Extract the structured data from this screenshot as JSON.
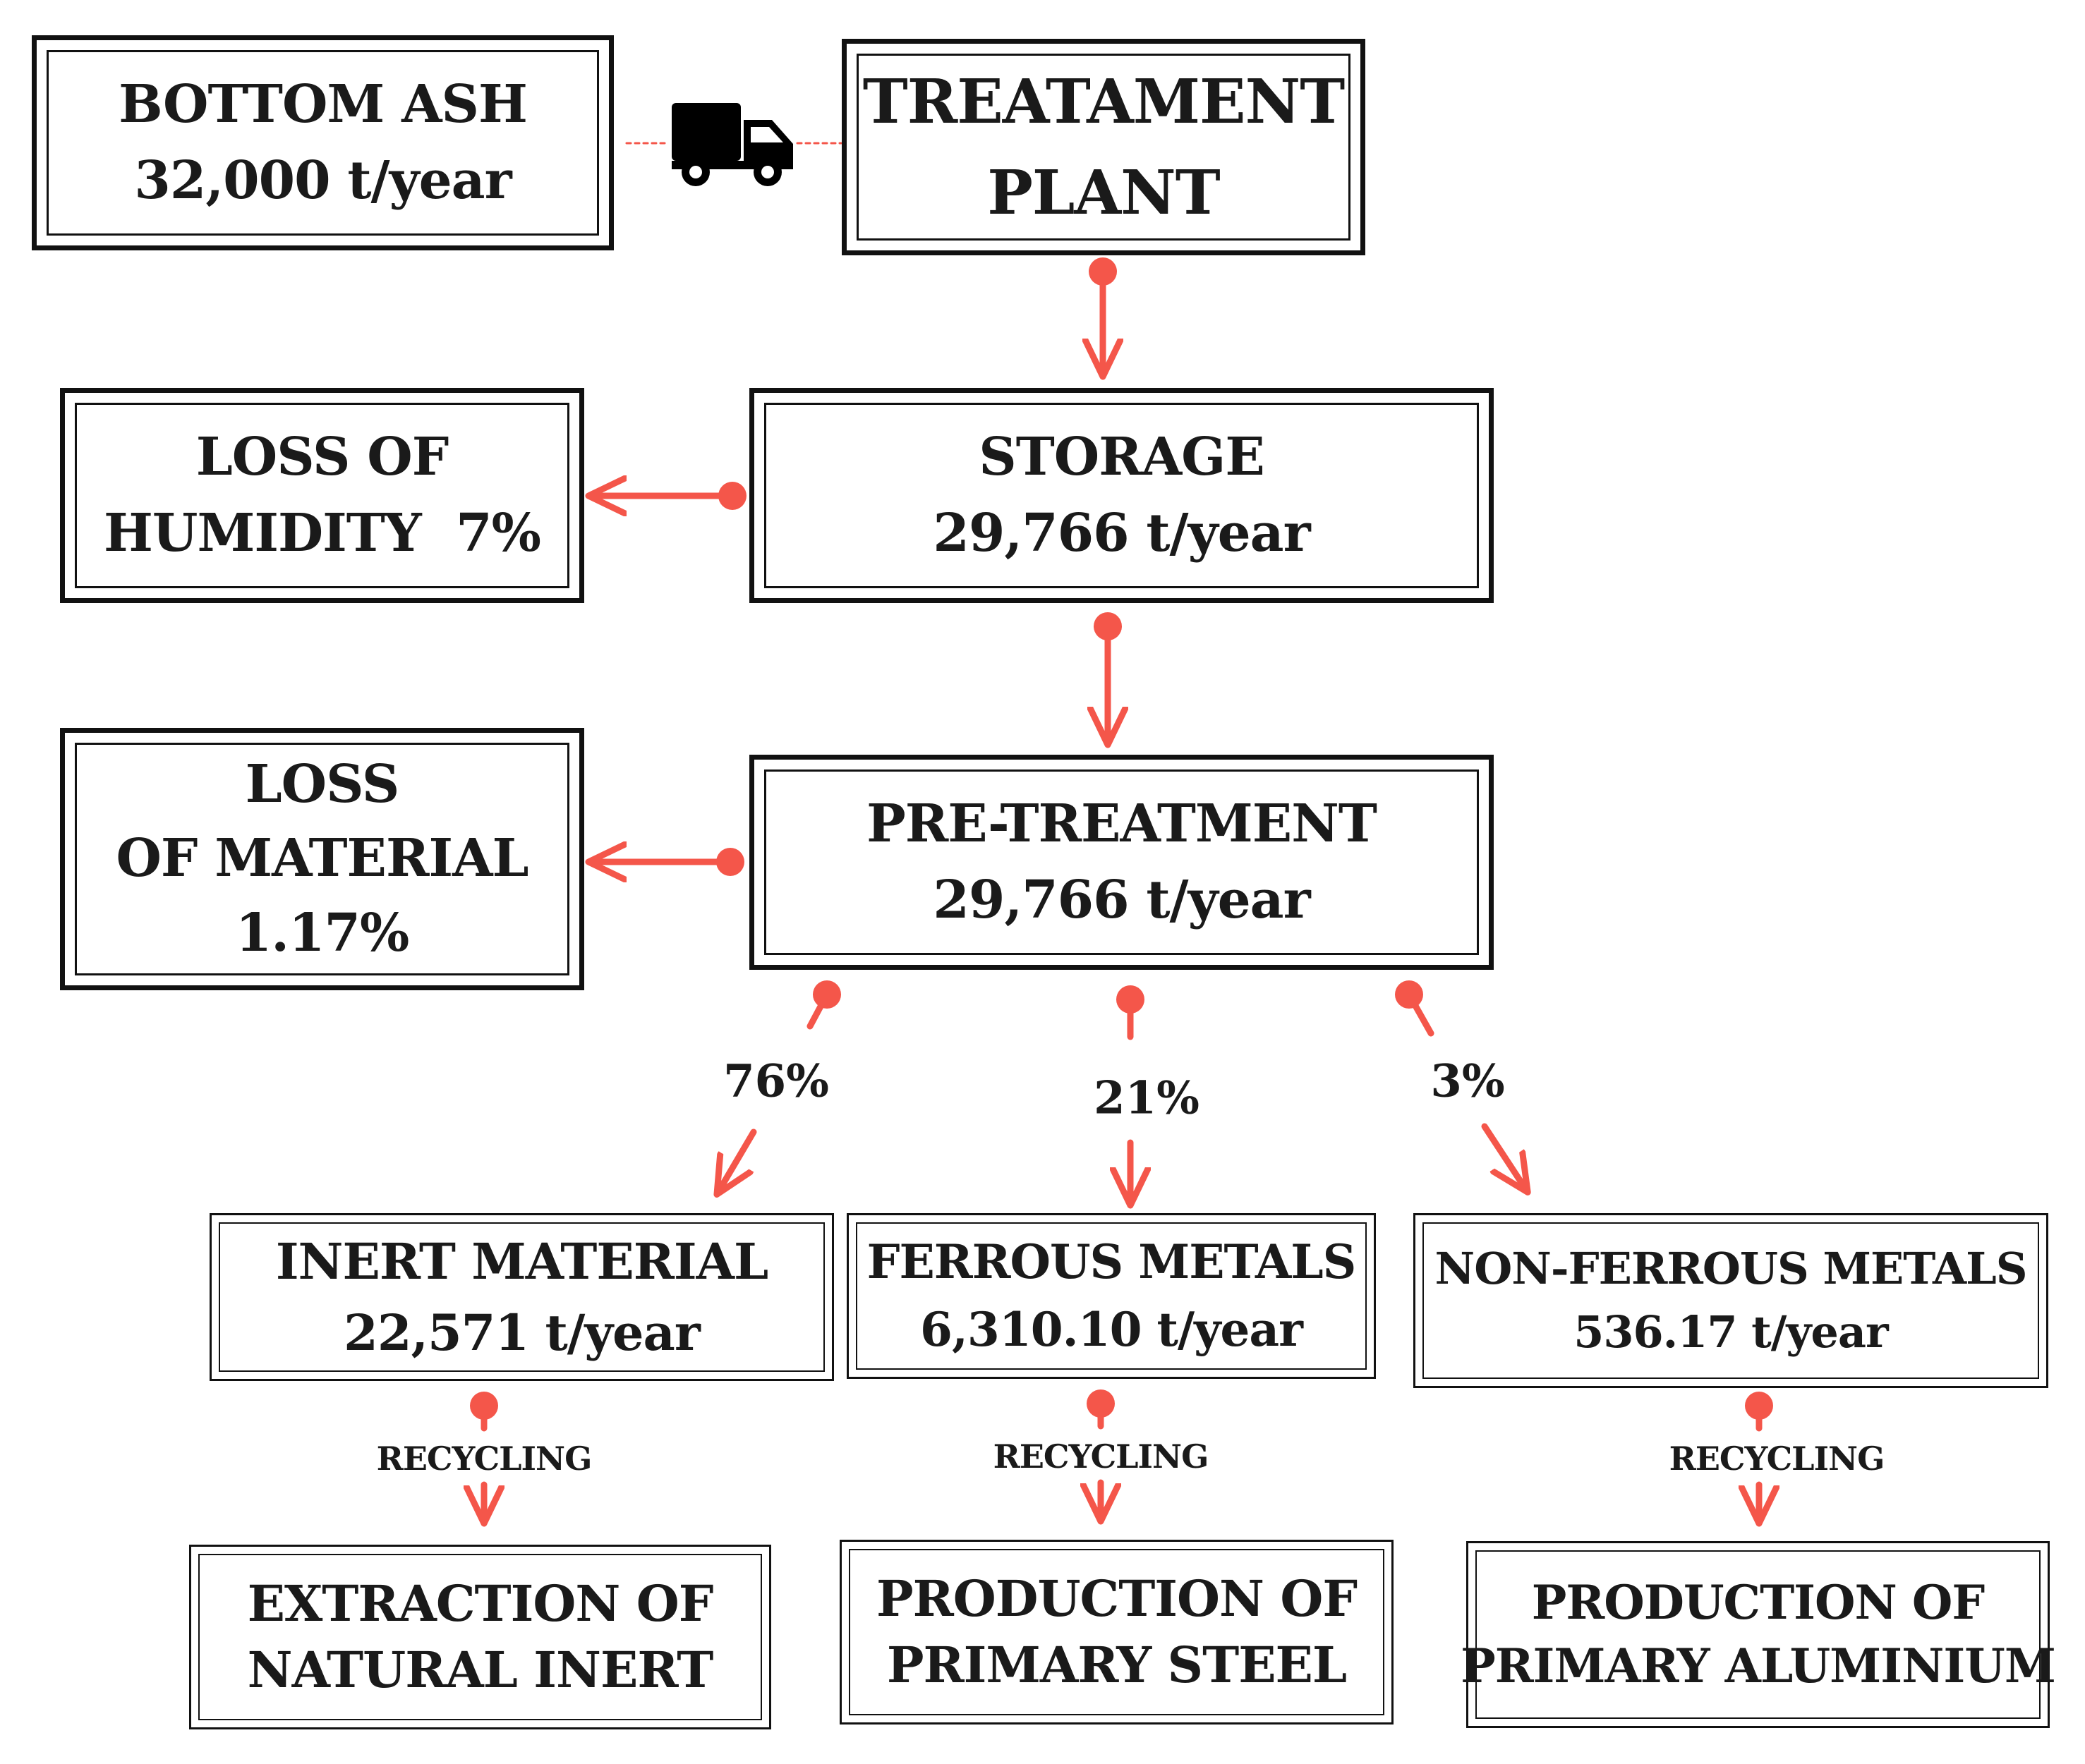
{
  "colors": {
    "arrow": "#f4564a",
    "border": "#111111",
    "text": "#1a1a1a",
    "truck": "#000000"
  },
  "icons": {
    "truck": "truck-icon"
  },
  "boxes": {
    "bottom_ash": {
      "line1": "BOTTOM ASH",
      "line2": "32,000 t/year"
    },
    "treatment_plant": {
      "line1": "TREATAMENT",
      "line2": "PLANT"
    },
    "storage": {
      "line1": "STORAGE",
      "line2": "29,766 t/year"
    },
    "loss_humidity": {
      "line1": "LOSS OF",
      "line2": "HUMIDITY  7%"
    },
    "pretreatment": {
      "line1": "PRE-TREATMENT",
      "line2": "29,766 t/year"
    },
    "loss_material": {
      "line1": "LOSS",
      "line2": "OF MATERIAL",
      "line3": "1.17%"
    },
    "inert_material": {
      "line1": "INERT MATERIAL",
      "line2": "22,571 t/year"
    },
    "ferrous_metals": {
      "line1": "FERROUS METALS",
      "line2": "6,310.10 t/year"
    },
    "nonferrous_metals": {
      "line1": "NON-FERROUS METALS",
      "line2": "536.17 t/year"
    },
    "extraction": {
      "line1": "EXTRACTION OF",
      "line2": "NATURAL INERT"
    },
    "primary_steel": {
      "line1": "PRODUCTION OF",
      "line2": "PRIMARY STEEL"
    },
    "primary_aluminium": {
      "line1": "PRODUCTION OF",
      "line2": "PRIMARY ALUMINIUM"
    }
  },
  "splits": {
    "inert": "76%",
    "ferrous": "21%",
    "nonferrous": "3%"
  },
  "recycling": {
    "inert": "RECYCLING",
    "ferrous": "RECYCLING",
    "nonferrous": "RECYCLING"
  }
}
